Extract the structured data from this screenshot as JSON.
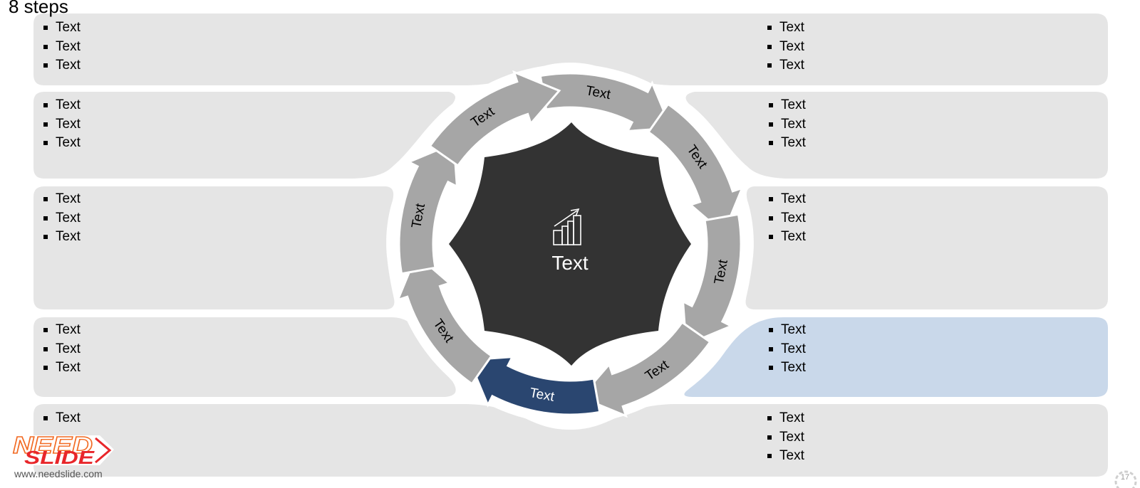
{
  "slide": {
    "title": "8 steps",
    "page_number": "17"
  },
  "center": {
    "label": "Text",
    "icon": "growth-chart-icon"
  },
  "cycle_labels": [
    "Text",
    "Text",
    "Text",
    "Text",
    "Text",
    "Text",
    "Text",
    "Text"
  ],
  "highlight_step": 4,
  "colors": {
    "panel": "#e5e5e5",
    "panel_highlight": "#c9d8ea",
    "arrow": "#a6a6a6",
    "arrow_highlight": "#2a4670",
    "center": "#333333",
    "logo_orange": "#f26b24",
    "logo_red": "#e8262a"
  },
  "panels": [
    {
      "id": "top-left",
      "bullets": [
        "Text",
        "Text",
        "Text"
      ]
    },
    {
      "id": "top-right",
      "bullets": [
        "Text",
        "Text",
        "Text"
      ]
    },
    {
      "id": "upper-left",
      "bullets": [
        "Text",
        "Text",
        "Text"
      ]
    },
    {
      "id": "upper-right",
      "bullets": [
        "Text",
        "Text",
        "Text"
      ]
    },
    {
      "id": "middle-left",
      "bullets": [
        "Text",
        "Text",
        "Text"
      ]
    },
    {
      "id": "middle-right",
      "bullets": [
        "Text",
        "Text",
        "Text"
      ]
    },
    {
      "id": "lower-left",
      "bullets": [
        "Text",
        "Text",
        "Text"
      ]
    },
    {
      "id": "lower-right",
      "bullets": [
        "Text",
        "Text",
        "Text"
      ]
    },
    {
      "id": "bottom-left",
      "bullets": [
        "Text"
      ]
    },
    {
      "id": "bottom-right",
      "bullets": [
        "Text",
        "Text",
        "Text"
      ]
    }
  ],
  "logo": {
    "line1": "NEED",
    "line2": "SLIDE",
    "url": "www.needslide.com"
  }
}
